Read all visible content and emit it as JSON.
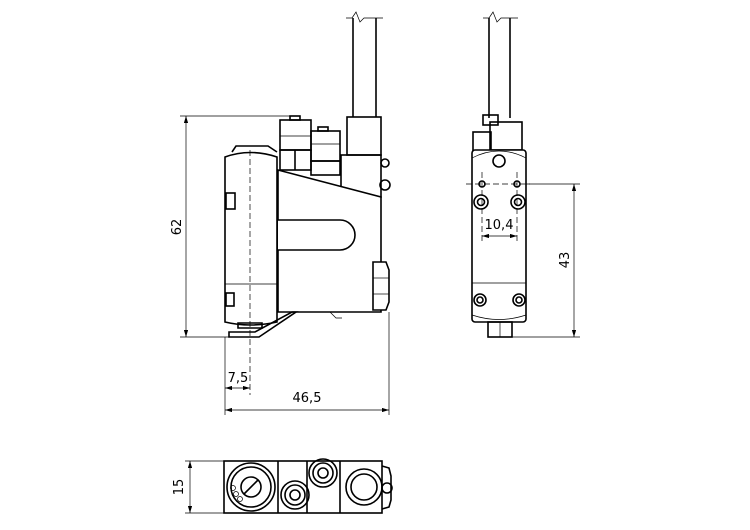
{
  "dimensions": {
    "side_height": "62",
    "side_offset": "7,5",
    "side_width": "46,5",
    "front_height": "43",
    "front_hole_spacing": "10,4",
    "bottom_depth": "15"
  },
  "colors": {
    "line": "#000000",
    "background": "#ffffff"
  }
}
